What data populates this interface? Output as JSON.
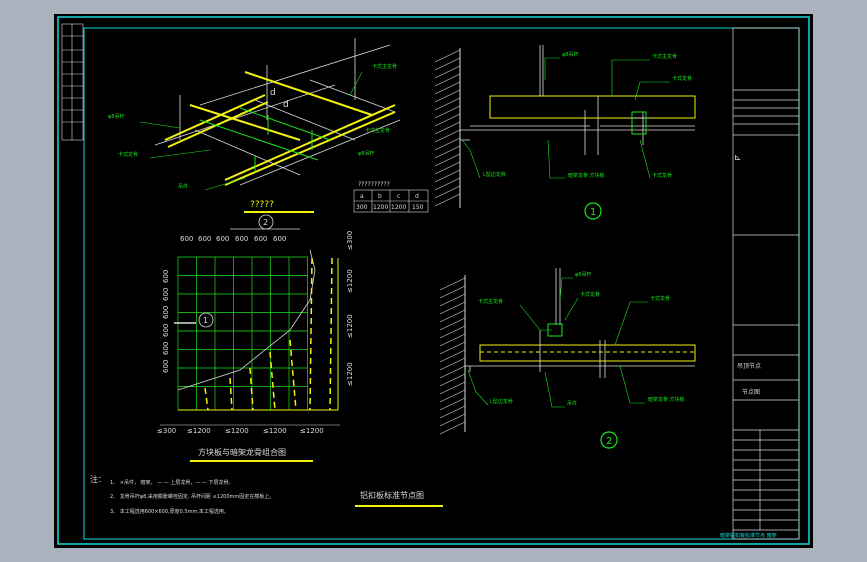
{
  "colors": {
    "background": "#a9b2bd",
    "sheet": "#000000",
    "frame": "#14d9d9",
    "line_green": "#19e619",
    "line_yellow": "#f2f20d",
    "line_white": "#dcdcdc"
  },
  "iso_view": {
    "title": "?????",
    "dims": [
      "d",
      "d"
    ],
    "callouts": [
      "卡式主龙骨",
      "φ8吊杆",
      "卡式龙骨",
      "吊件",
      "卡式主龙骨",
      "φ8吊杆"
    ]
  },
  "spacing_table": {
    "header": "??????????",
    "cols": [
      "a",
      "b",
      "c",
      "d"
    ],
    "values": [
      "300",
      "1200",
      "1200",
      "150"
    ]
  },
  "plan_view": {
    "marker_top": "2",
    "marker_inner": "1",
    "top_dims": [
      "600",
      "600",
      "600",
      "600",
      "600",
      "600"
    ],
    "left_dims": [
      "600",
      "600",
      "600",
      "600",
      "600",
      "600"
    ],
    "right_dims": [
      "≤300",
      "≤1200",
      "≤1200",
      "≤1200"
    ],
    "bottom_dims": [
      "≤300",
      "≤1200",
      "≤1200",
      "≤1200",
      "≤1200"
    ],
    "title": "方块板与暗架龙骨组合图"
  },
  "notes": {
    "label": "注：",
    "line1": "1、  ×吊件，    暗架，  — — 上层龙骨，— — 下层龙骨。",
    "line2": "2、 龙骨吊杆φ8,采用膨胀螺栓固定, 吊杆间距 ≤1200mm固定在楼板上。",
    "line3": "3、 本工程选用600×600,厚度0.5mm,本工程选用。"
  },
  "detail1": {
    "callouts": [
      "φ8吊杆",
      "卡式主龙骨",
      "卡式龙骨",
      "L型边龙骨",
      "暗架龙骨 方块板",
      "卡式龙骨"
    ],
    "number": "1"
  },
  "detail2": {
    "callouts": [
      "φ8吊杆",
      "卡式主龙骨",
      "卡式龙骨",
      "卡式龙骨",
      "L型边龙骨",
      "吊件",
      "暗架龙骨 方块板"
    ],
    "number": "2",
    "title": "铝扣板标准节点图"
  },
  "title_block": {
    "mark": "⊾",
    "drawing_name": "吊顶节点",
    "sheet_label": "节点图",
    "footer": "暗架铝扣板标准节点  暗架"
  }
}
